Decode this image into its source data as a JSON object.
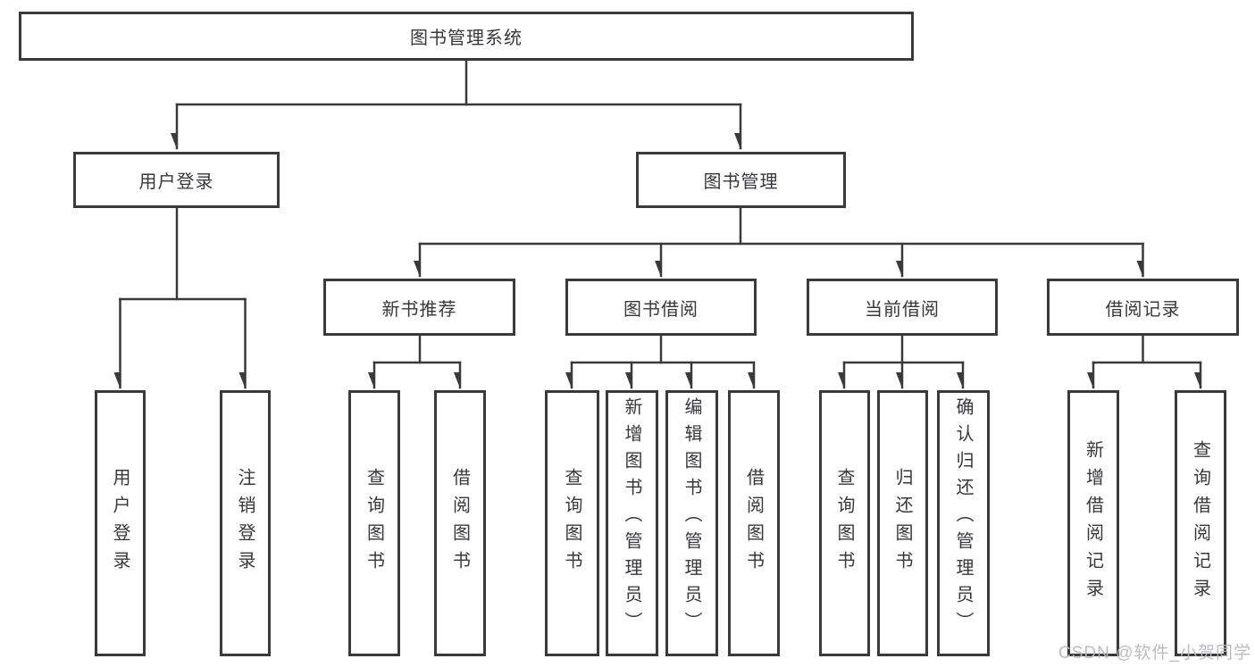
{
  "diagram": {
    "root": {
      "label": "图书管理系统"
    },
    "user_branch": {
      "label": "用户登录",
      "children": [
        {
          "label": "用户登录"
        },
        {
          "label": "注销登录"
        }
      ]
    },
    "mgmt_branch": {
      "label": "图书管理",
      "sections": [
        {
          "label": "新书推荐",
          "children": [
            {
              "label": "查询图书"
            },
            {
              "label": "借阅图书"
            }
          ]
        },
        {
          "label": "图书借阅",
          "children": [
            {
              "label": "查询图书"
            },
            {
              "label": "新增图书（管理员）"
            },
            {
              "label": "编辑图书（管理员）"
            },
            {
              "label": "借阅图书"
            }
          ]
        },
        {
          "label": "当前借阅",
          "children": [
            {
              "label": "查询图书"
            },
            {
              "label": "归还图书"
            },
            {
              "label": "确认归还（管理员）"
            }
          ]
        },
        {
          "label": "借阅记录",
          "children": [
            {
              "label": "新增借阅记录"
            },
            {
              "label": "查询借阅记录"
            }
          ]
        }
      ]
    }
  },
  "watermark": {
    "text": "CSDN @软件_小贺同学"
  },
  "colors": {
    "line": "#3a3a3a",
    "text": "#38383c",
    "watermark": "#b7b8c0",
    "background": "#ffffff"
  }
}
